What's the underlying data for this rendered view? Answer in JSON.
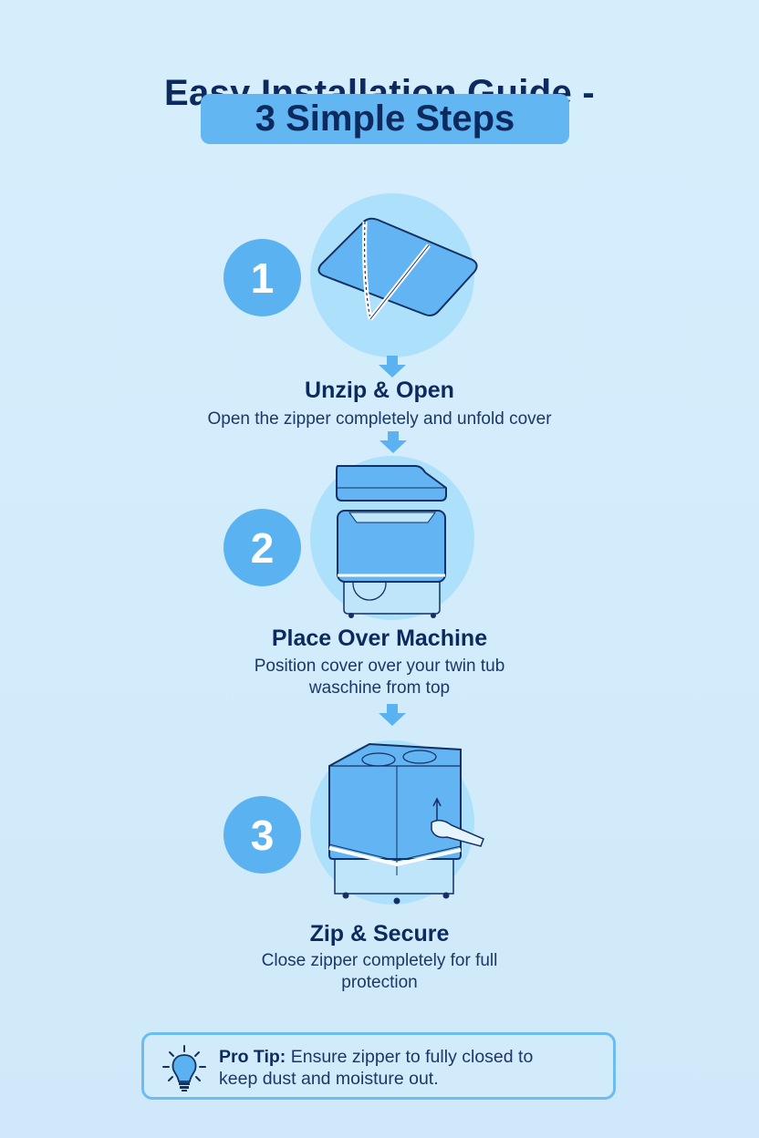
{
  "header": {
    "title": "Easy Installation Guide -",
    "subtitle": "3 Simple Steps"
  },
  "steps": [
    {
      "number": "1",
      "title": "Unzip & Open",
      "description": "Open the zipper completely and unfold cover",
      "illustration": "open-zipper-cover-icon"
    },
    {
      "number": "2",
      "title": "Place Over Machine",
      "description_line1": "Position cover over your twin tub",
      "description_line2": "waschine from top",
      "illustration": "cover-over-machine-icon"
    },
    {
      "number": "3",
      "title": "Zip & Secure",
      "description_line1": "Close zipper completely for full",
      "description_line2": "protection",
      "illustration": "zip-secure-machine-icon"
    }
  ],
  "tip": {
    "label": "Pro Tip:",
    "text_line1": " Ensure zipper to fully closed to",
    "text_line2": "keep dust and moisture out.",
    "icon": "lightbulb-icon"
  },
  "colors": {
    "background": "#d6eefc",
    "accent": "#5ab3f0",
    "halo": "#ace0fb",
    "text_dark": "#0c2a5e"
  }
}
